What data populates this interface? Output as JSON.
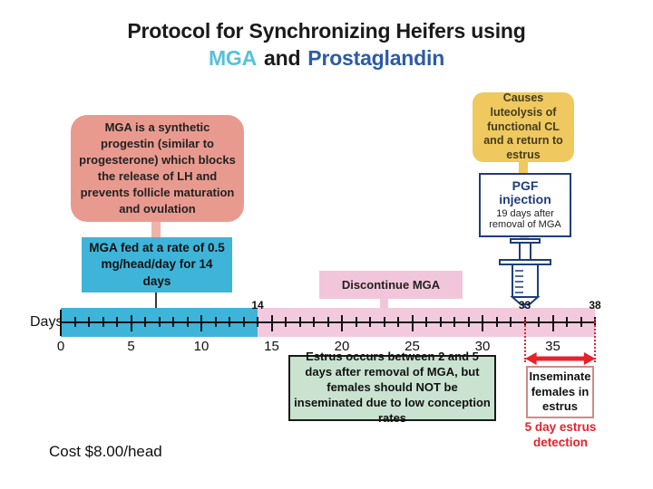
{
  "slide": {
    "title": {
      "line1": "Protocol for Synchronizing Heifers using",
      "part_mga": "MGA",
      "part_and": "and",
      "part_pg": "Prostaglandin"
    },
    "cost_note": "Cost $8.00/head"
  },
  "callouts": {
    "mga_description": "MGA is a synthetic progestin (similar to progesterone) which blocks the release of LH and prevents follicle maturation and ovulation",
    "mga_feed_rate": "MGA fed at a rate of 0.5 mg/head/day for 14 days",
    "luteolysis": "Causes luteolysis of functional CL and a return to estrus",
    "pgf_title": "PGF\ninjection",
    "pgf_subtitle": "19 days after removal of MGA",
    "discontinue_mga": "Discontinue MGA",
    "estrus_warning": "Estrus occurs between 2 and 5 days after removal of MGA, but females should NOT be inseminated due to low conception rates",
    "inseminate": "Inseminate females in estrus",
    "estrus_detection": "5 day estrus detection"
  },
  "timeline": {
    "axis_title": "Days",
    "min": 0,
    "max": 38,
    "major_step": 5,
    "axis_labels": [
      0,
      5,
      10,
      15,
      20,
      25,
      30,
      35
    ],
    "mga_feed_span": {
      "start": 0,
      "end": 14
    },
    "pgf_injection_day": 33,
    "estrus_detection_span": {
      "start": 33,
      "end": 38
    },
    "markers": [
      14,
      33,
      38
    ]
  },
  "colors": {
    "mga_cyan": "#3EB4D8",
    "timeline_pink": "#F3CADD",
    "salmon": "#E99A8F",
    "yellow": "#EFC95F",
    "navy": "#1F3D7A",
    "title_blue": "#2B5CA7",
    "title_cyan": "#56C1D9",
    "red": "#E8212A",
    "green": "#C9E3D0",
    "discontinue_pink": "#F2C6DA"
  }
}
